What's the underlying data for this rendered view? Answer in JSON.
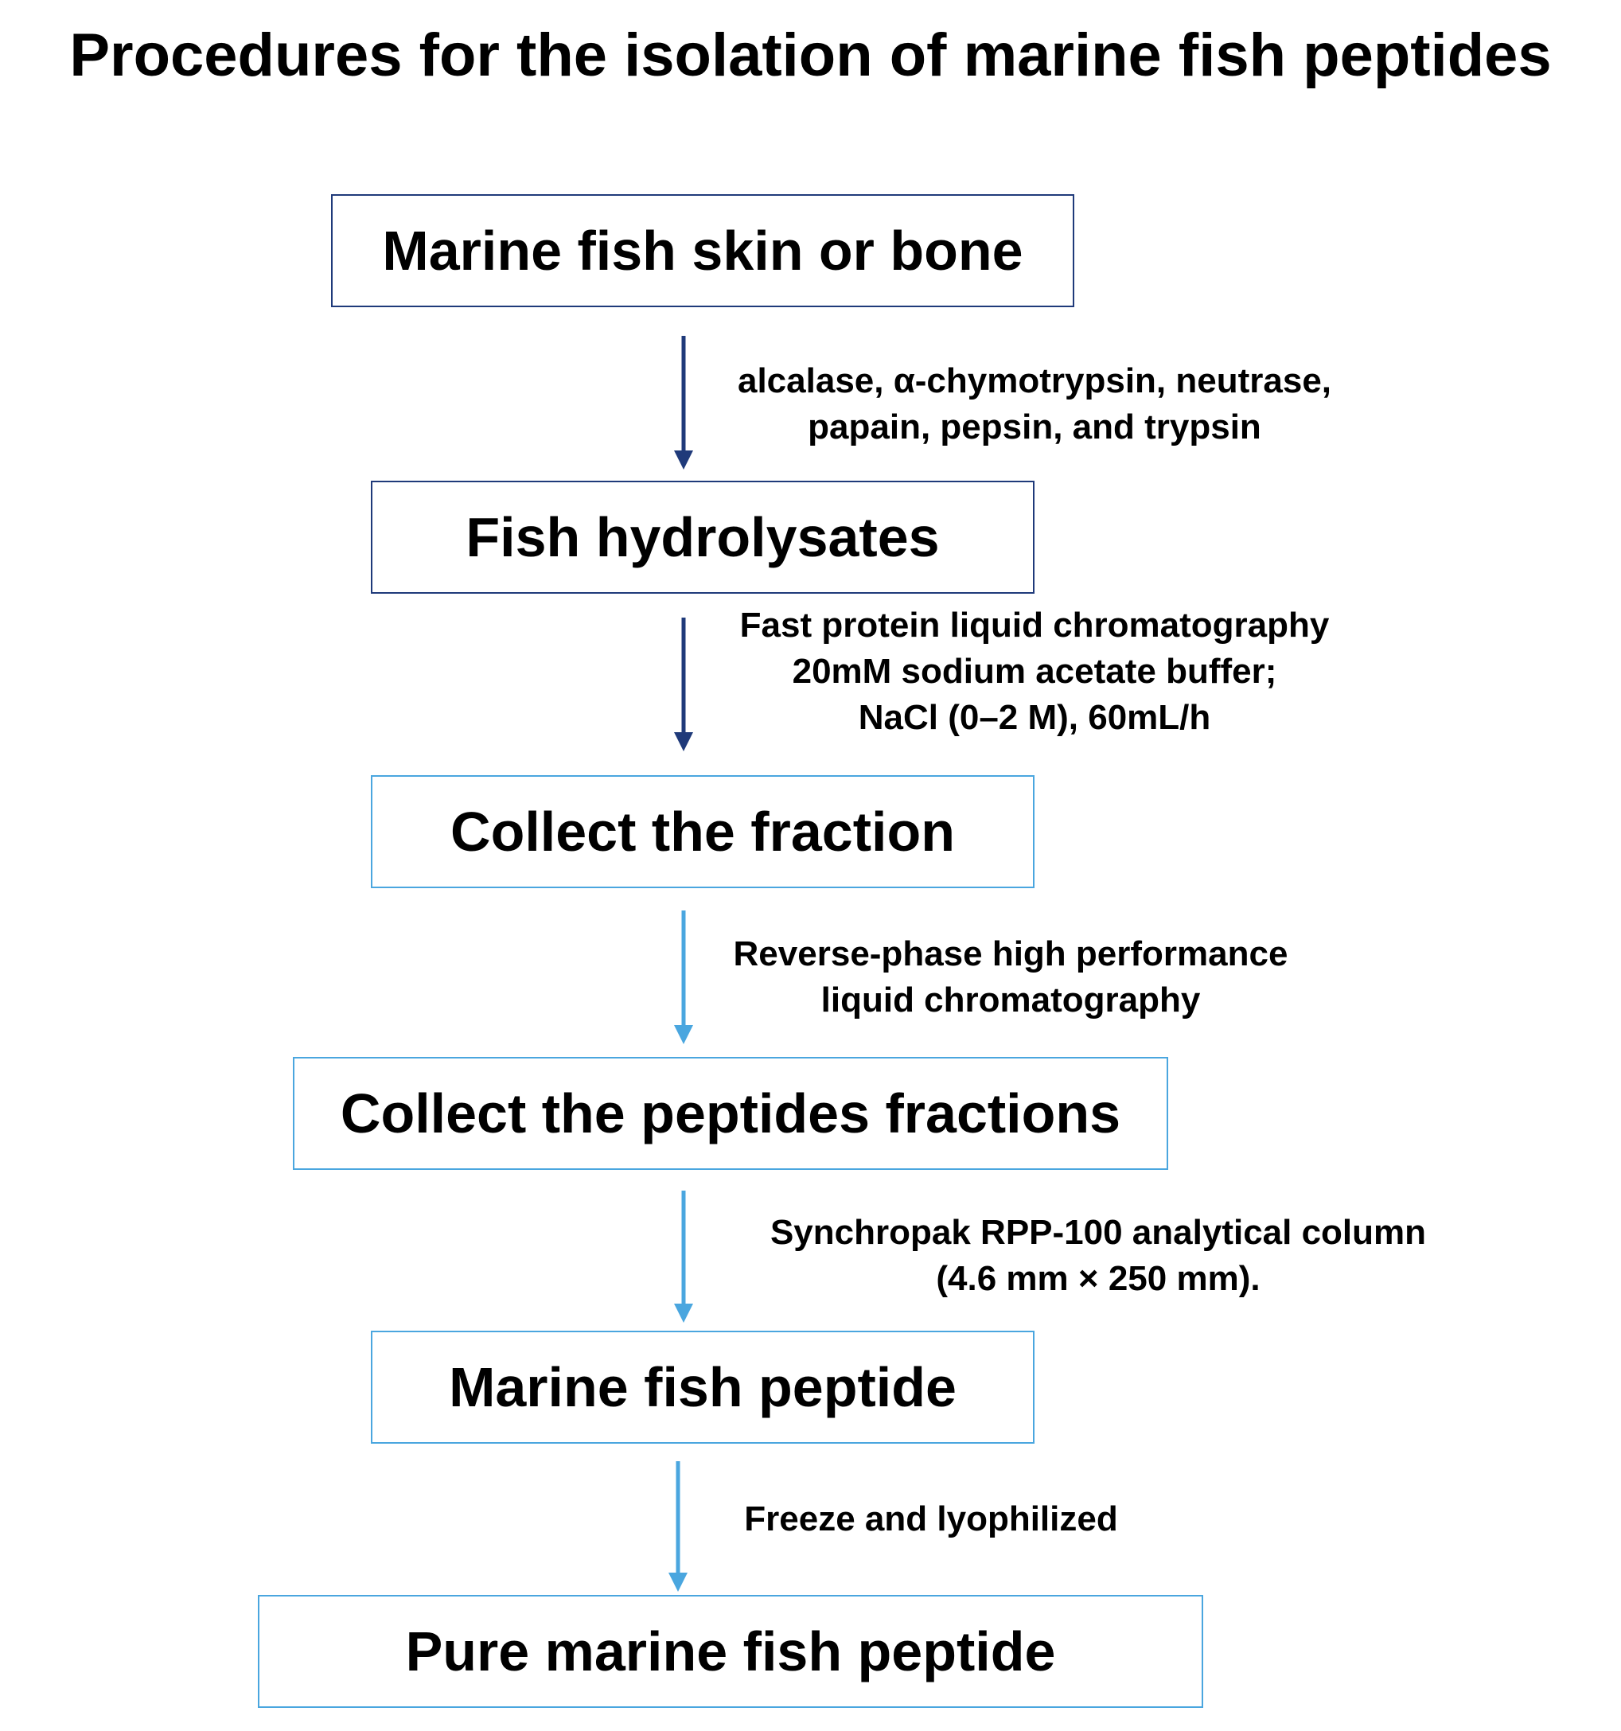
{
  "title": "Procedures for the isolation of marine fish peptides",
  "colors": {
    "dark_step": "#1f3a7a",
    "light_step": "#4aa6df",
    "text": "#000000",
    "background": "#ffffff"
  },
  "steps": [
    {
      "label": "Marine fish skin or bone",
      "style": "dark"
    },
    {
      "label": "Fish hydrolysates",
      "style": "dark"
    },
    {
      "label": "Collect the fraction",
      "style": "light"
    },
    {
      "label": "Collect the peptides fractions",
      "style": "light"
    },
    {
      "label": "Marine fish peptide",
      "style": "light"
    },
    {
      "label": "Pure marine fish peptide",
      "style": "light"
    }
  ],
  "transitions": [
    {
      "lines": [
        "alcalase, α-chymotrypsin, neutrase,",
        "papain, pepsin, and trypsin"
      ],
      "style": "dark"
    },
    {
      "lines": [
        "Fast protein liquid chromatography",
        "20mM sodium acetate buffer;",
        "NaCl (0–2 M), 60mL/h"
      ],
      "style": "dark"
    },
    {
      "lines": [
        "Reverse-phase high performance",
        "liquid chromatography"
      ],
      "style": "light"
    },
    {
      "lines": [
        "Synchropak RPP-100 analytical column",
        "(4.6 mm × 250 mm)."
      ],
      "style": "light"
    },
    {
      "lines": [
        "Freeze and lyophilized"
      ],
      "style": "light"
    }
  ]
}
